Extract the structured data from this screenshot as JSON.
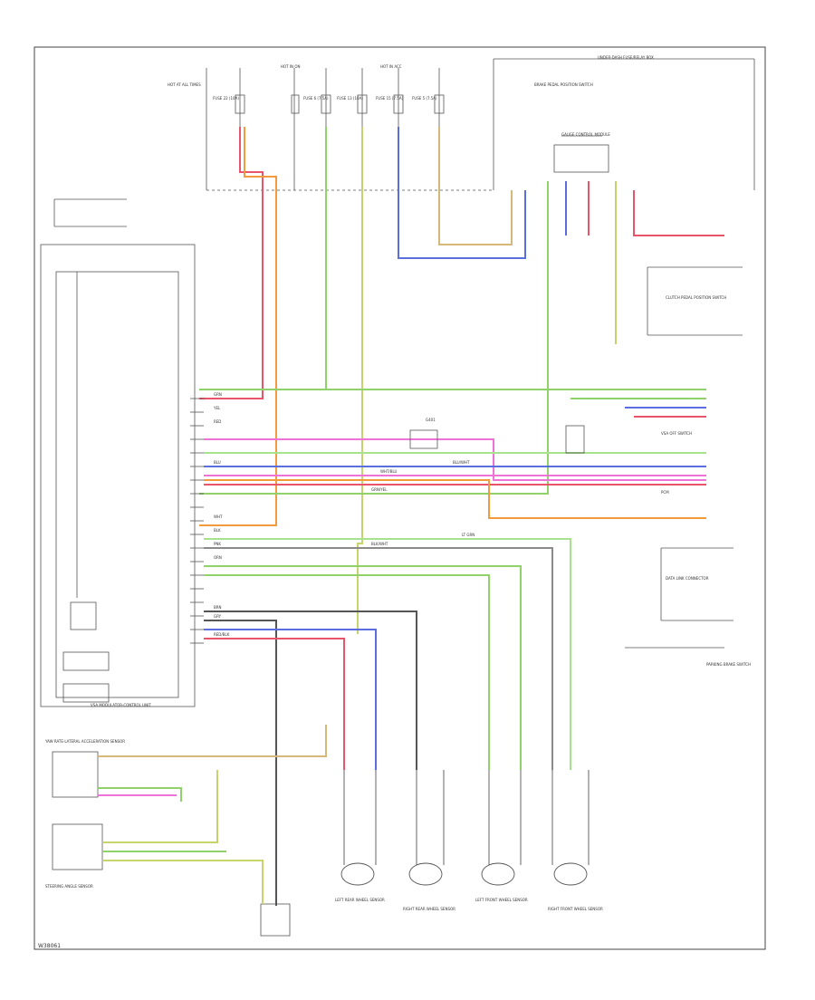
{
  "diagram": {
    "footer_code": "W38061",
    "labels": {
      "hot_at_all_times": "HOT AT ALL TIMES",
      "hot_in_on": "HOT IN ON",
      "hot_in_acc": "HOT IN ACC",
      "relay_box": "UNDER-DASH FUSE/RELAY BOX",
      "fuse_a": "FUSE 22 (10A)",
      "fuse_b": "FUSE 6 (7.5A)",
      "fuse_c": "FUSE 13 (10A)",
      "fuse_d": "FUSE 15 (7.5A)",
      "fuse_e": "FUSE 5 (7.5A)",
      "brake_switch": "BRAKE PEDAL POSITION SWITCH",
      "vsa_unit": "VSA MODULATOR-CONTROL UNIT",
      "gauge": "GAUGE CONTROL MODULE",
      "left_rear_sensor": "LEFT REAR WHEEL SENSOR",
      "right_rear_sensor": "RIGHT REAR WHEEL SENSOR",
      "left_front_sensor": "LEFT FRONT WHEEL SENSOR",
      "right_front_sensor": "RIGHT FRONT WHEEL SENSOR",
      "yaw_sensor": "YAW RATE-LATERAL ACCELERATION SENSOR",
      "steering_sensor": "STEERING ANGLE SENSOR",
      "vsa_off_switch": "VSA OFF SWITCH",
      "pcm": "PCM",
      "dlc": "DATA LINK CONNECTOR",
      "clutch": "CLUTCH PEDAL POSITION SWITCH",
      "parking": "PARKING BRAKE SWITCH",
      "gnd": "G401"
    },
    "wire_labels": [
      "GRN",
      "YEL",
      "RED",
      "BLU",
      "WHT",
      "BLK",
      "PNK",
      "ORN",
      "LT GRN",
      "BRN",
      "GRY",
      "RED/BLK",
      "WHT/BLU",
      "BLU/WHT",
      "GRN/YEL",
      "BLK/WHT"
    ],
    "colors": {
      "red": "#e8546a",
      "orange": "#f39a3c",
      "green": "#8fd26a",
      "yellow_green": "#c7d36c",
      "blue": "#5a6ee0",
      "tan": "#d6b87a",
      "pink": "#ef73d6",
      "black": "#333333",
      "grey": "#8a8a8a",
      "light_green": "#a6e38c"
    }
  }
}
